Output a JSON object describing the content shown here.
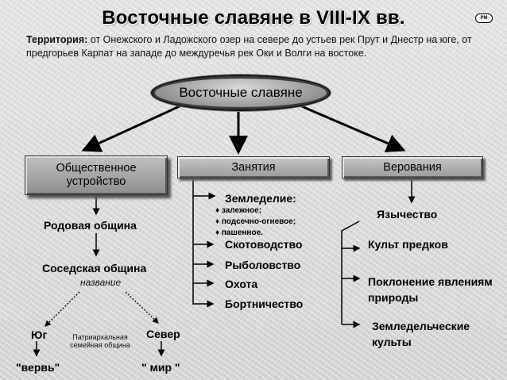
{
  "title": "Восточные славяне в VIII-IX вв.",
  "badge": "PM",
  "territory": {
    "label": "Территория:",
    "text": " от Онежского и Ладожского озер на севере до устьев рек Прут и Днестр на юге, от предгорьев Карпат на западе до междуречья рек Оки и Волги на востоке."
  },
  "root": "Восточные славяне",
  "branches": {
    "social": {
      "label": "Общественное устройство",
      "items": {
        "clan": "Родовая община",
        "neighbor": "Соседская община",
        "name_caption": "название",
        "south": "Юг",
        "north": "Север",
        "family": "Патриархальная семейная община",
        "verv": "\"вервь\"",
        "mir": "\" мир \""
      }
    },
    "work": {
      "label": "Занятия",
      "farming": "Земледелие:",
      "farming_types": [
        "залежное;",
        "подсечно-огневое;",
        "пашенное."
      ],
      "items": [
        "Скотоводство",
        "Рыболовство",
        "Охота",
        "Бортничество"
      ]
    },
    "belief": {
      "label": "Верования",
      "root": "Язычество",
      "items": [
        "Культ предков",
        "Поклонение явлениям природы",
        "Земледельческие культы"
      ]
    }
  }
}
